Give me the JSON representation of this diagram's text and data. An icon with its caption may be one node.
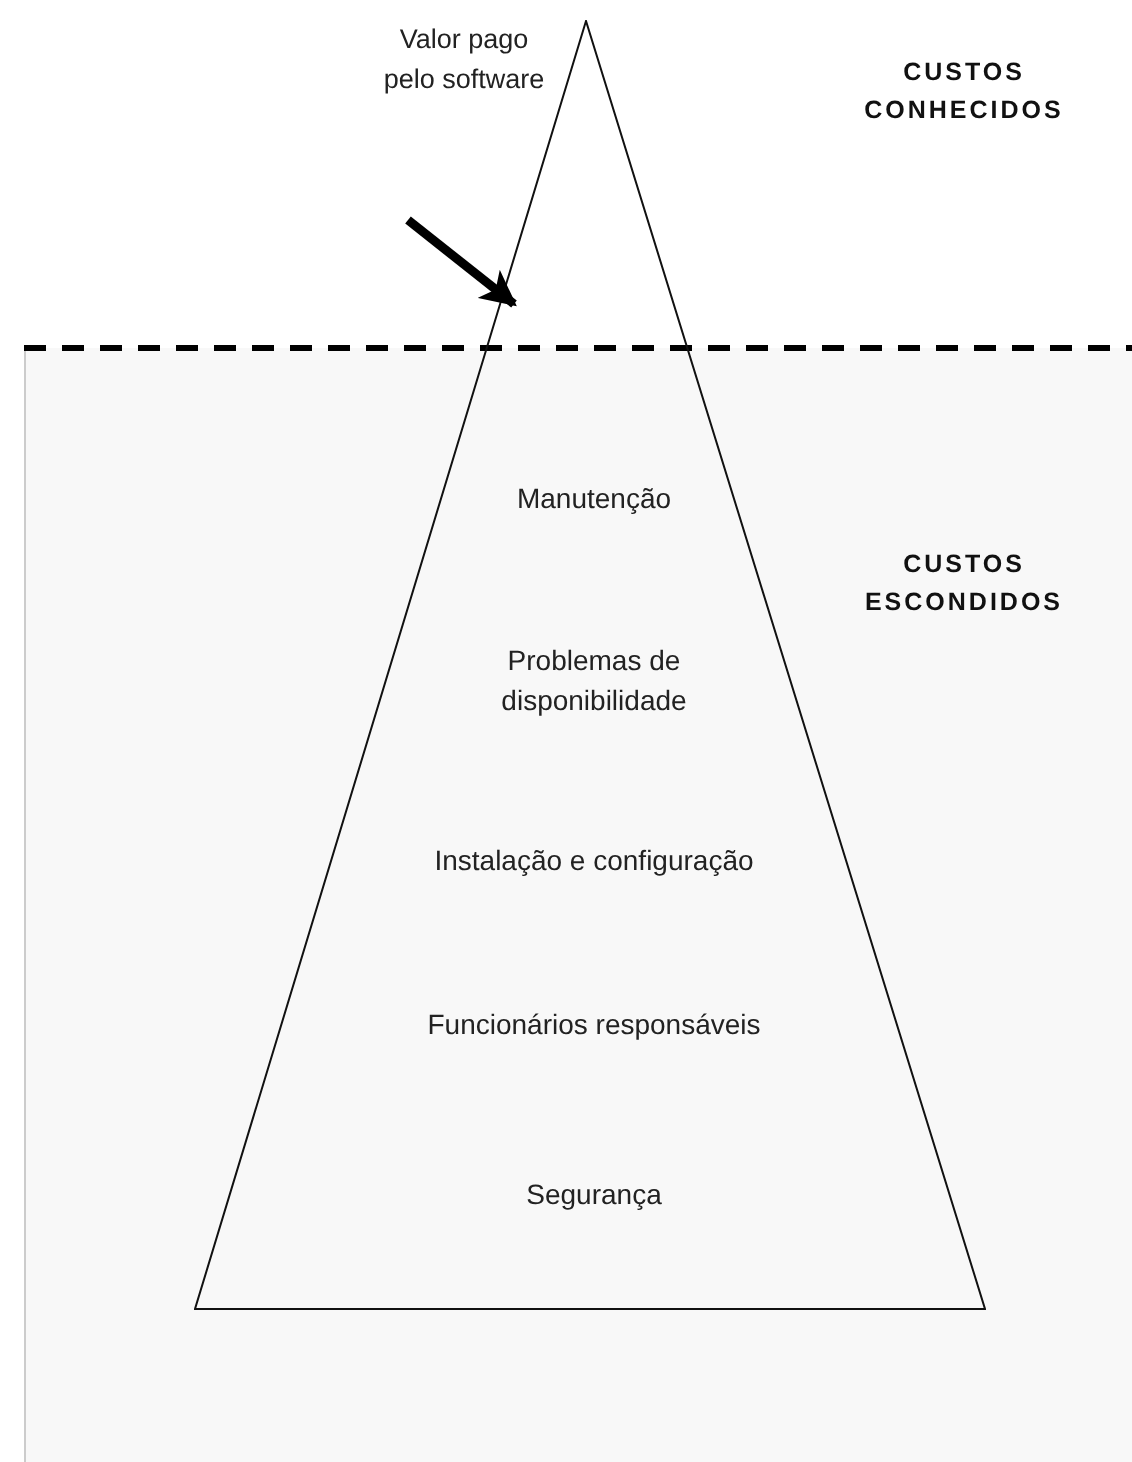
{
  "diagram": {
    "nodes": [
      {
        "text": [
          "Valor pago pelo software"
        ]
      },
      {
        "text": [
          "Manutenção",
          "Problemas de disponibilidade",
          "Instalação e configuração",
          "Funcionários responsáveis",
          "Segurança"
        ]
      }
    ],
    "edges": [
      {
        "from": 0,
        "to": 1,
        "arrow": "to"
      }
    ],
    "labels": [
      "CUSTOS CONHECIDOS",
      "CUSTOS ESCONDIDOS"
    ]
  }
}
